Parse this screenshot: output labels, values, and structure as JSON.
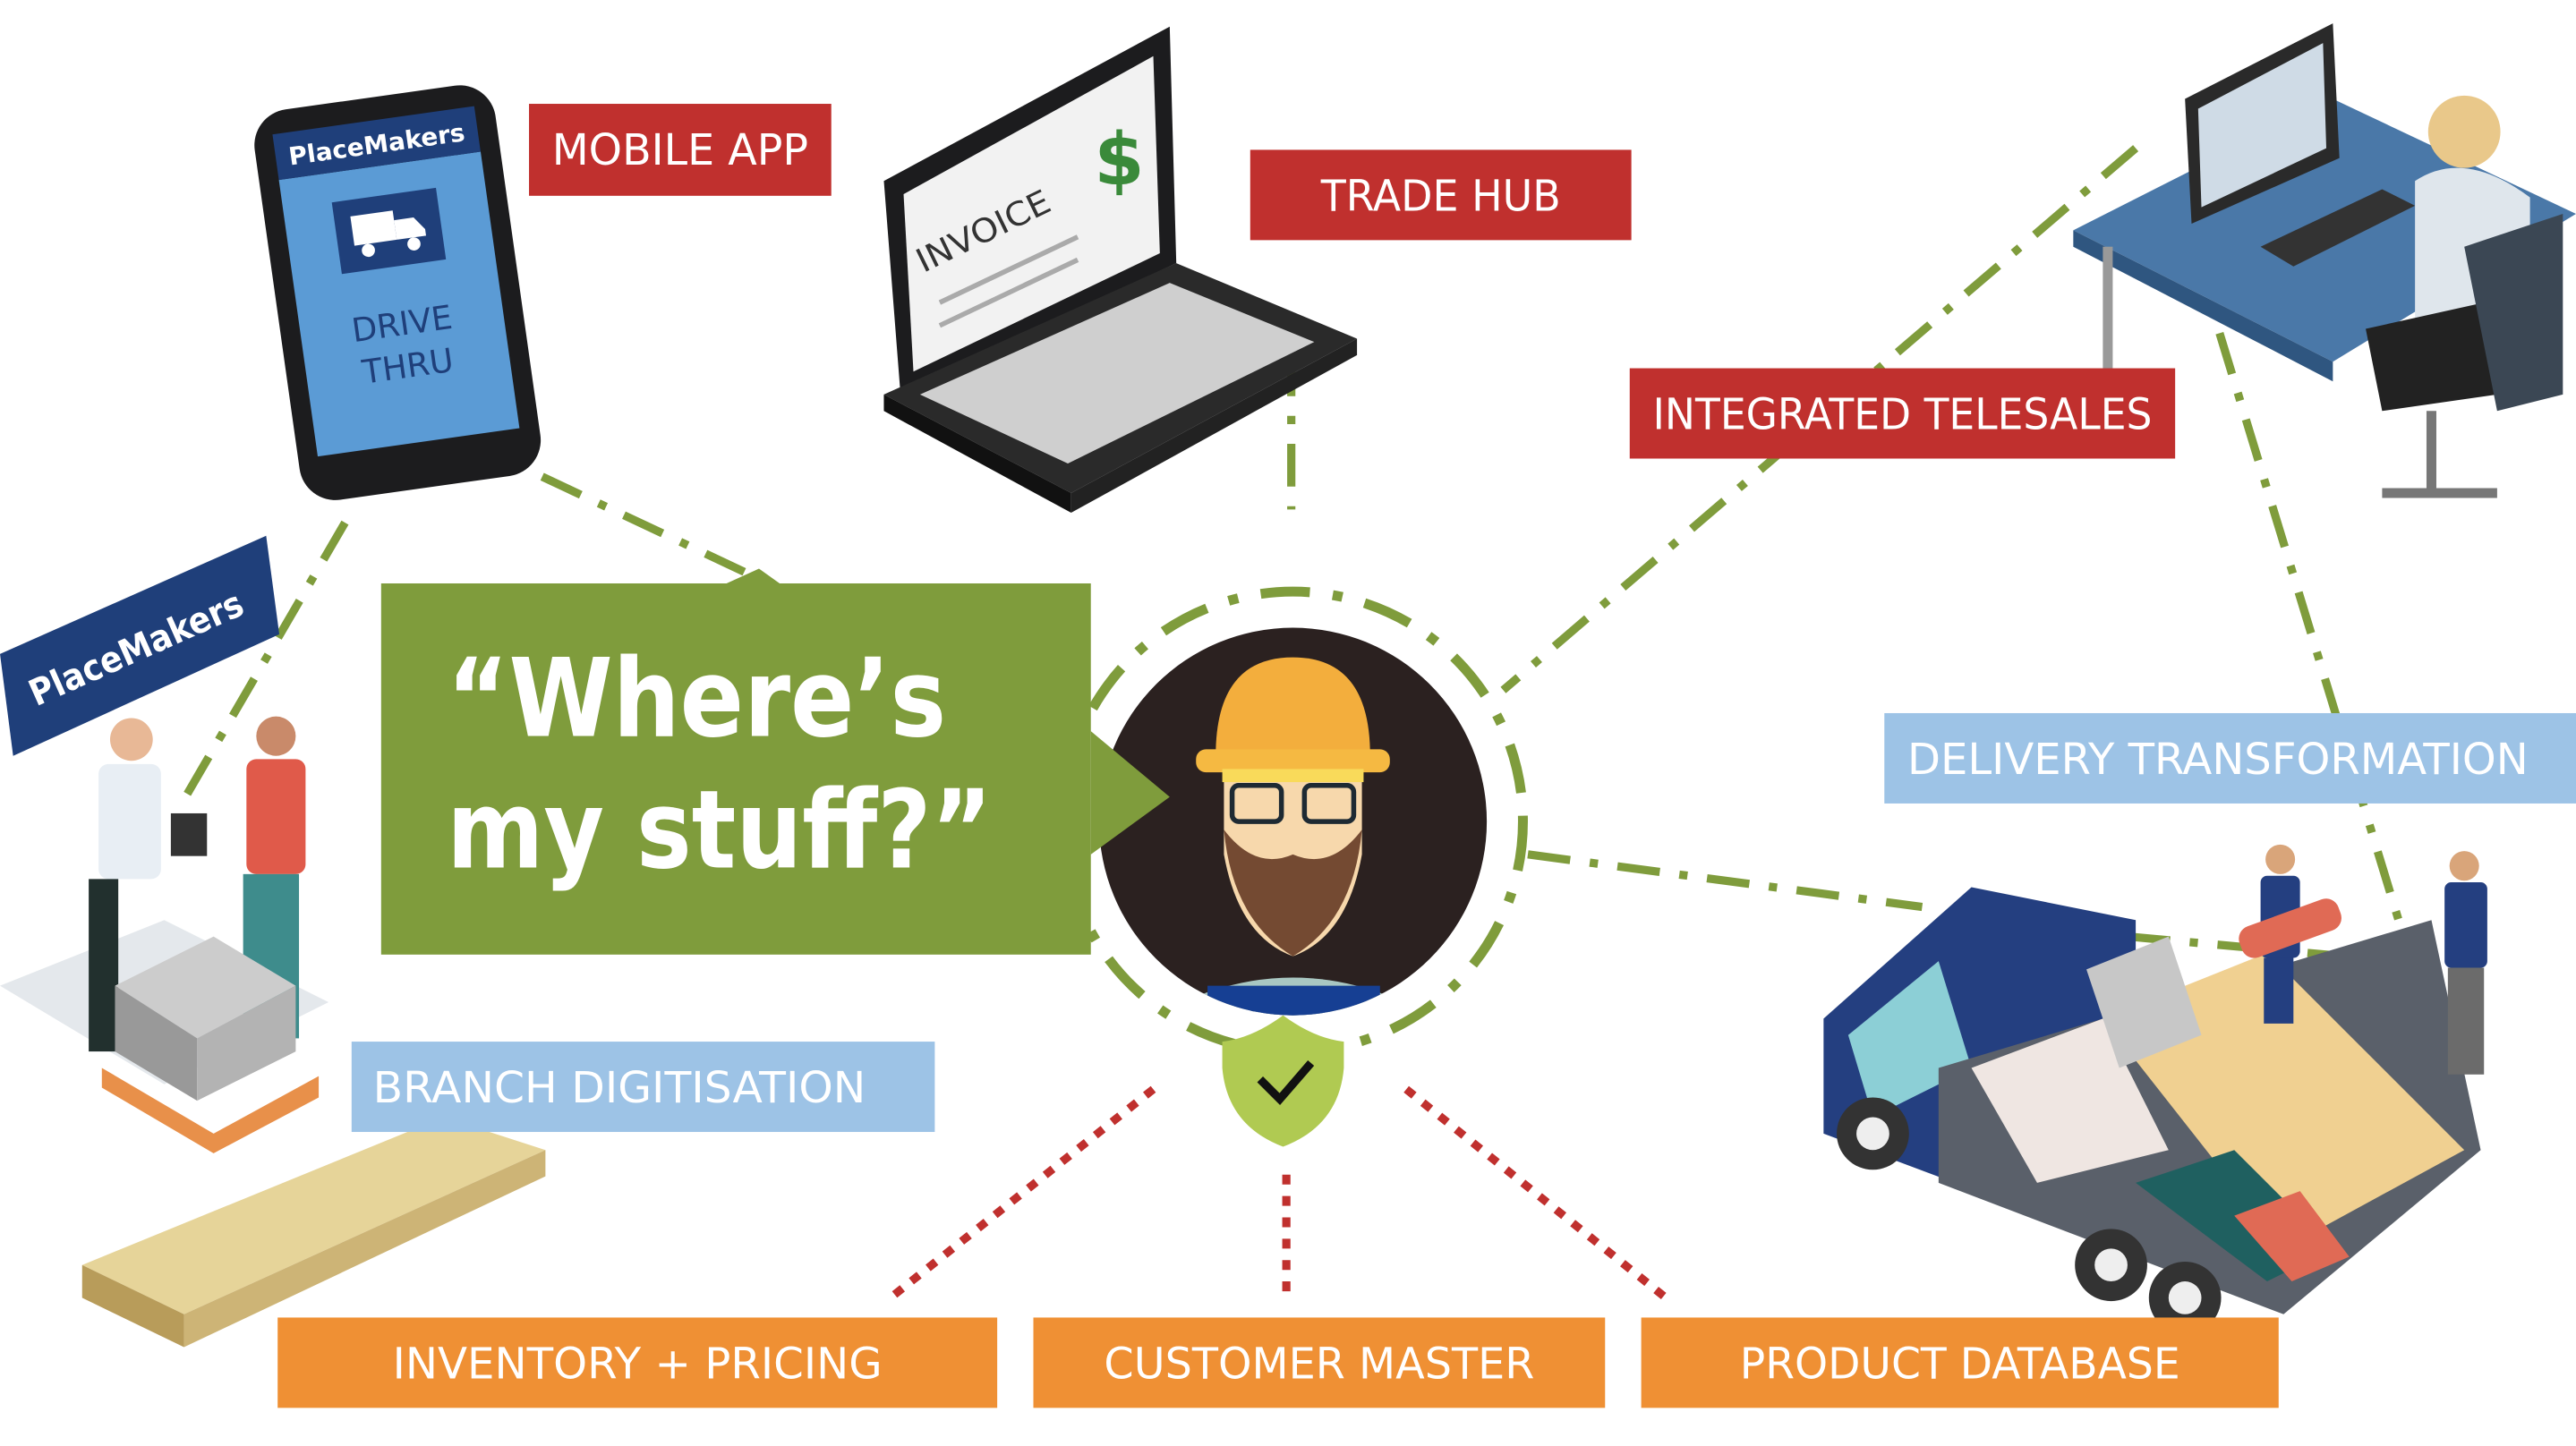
{
  "quote": {
    "line1": "“Where’s",
    "line2": "my stuff?”"
  },
  "channels": {
    "mobile_app": "MOBILE APP",
    "trade_hub": "TRADE HUB",
    "integrated_telesales": "INTEGRATED TELESALES",
    "delivery_transformation": "DELIVERY TRANSFORMATION",
    "branch_digitisation": "BRANCH DIGITISATION"
  },
  "foundations": {
    "inventory_pricing": "INVENTORY + PRICING",
    "customer_master": "CUSTOMER MASTER",
    "product_database": "PRODUCT DATABASE"
  },
  "phone": {
    "brand": "PlaceMakers",
    "line1": "DRIVE",
    "line2": "THRU"
  },
  "laptop": {
    "invoice": "INVOICE",
    "currency": "$"
  },
  "sign": {
    "brand": "PlaceMakers"
  },
  "colors": {
    "red": "#c0302e",
    "light_blue": "#9dc3e6",
    "orange": "#ef9034",
    "green": "#7f9c3c",
    "shield_green": "#b0ca52",
    "dark": "#2b2120"
  }
}
